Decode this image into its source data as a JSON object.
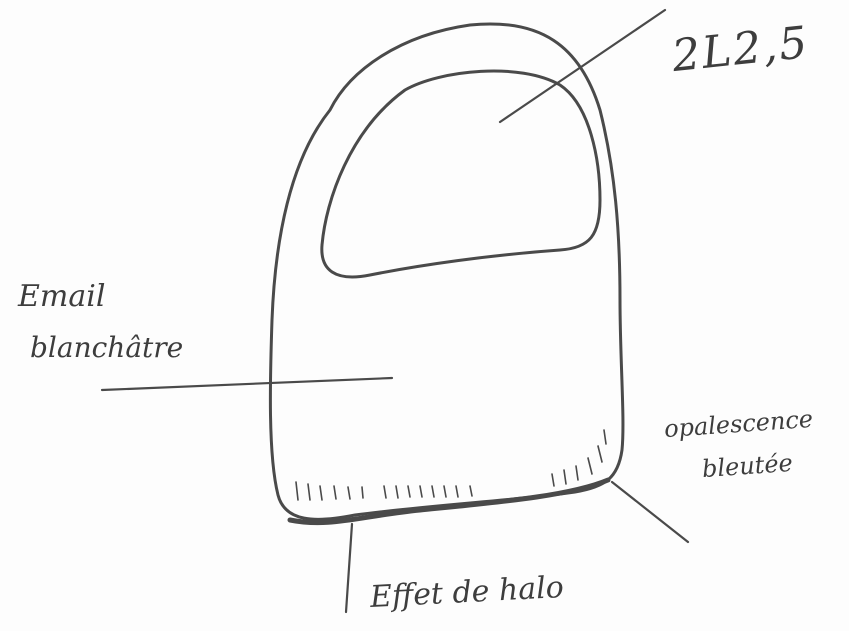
{
  "diagram": {
    "ink_color": "#4a4a4a",
    "paper_color": "#fdfdfd",
    "labels": {
      "shade": "2L2,5",
      "email_line1": "Email",
      "email_line2": "blanchâtre",
      "opalescence_line1": "opalescence",
      "opalescence_line2": "bleutée",
      "halo": "Effet de halo"
    }
  }
}
